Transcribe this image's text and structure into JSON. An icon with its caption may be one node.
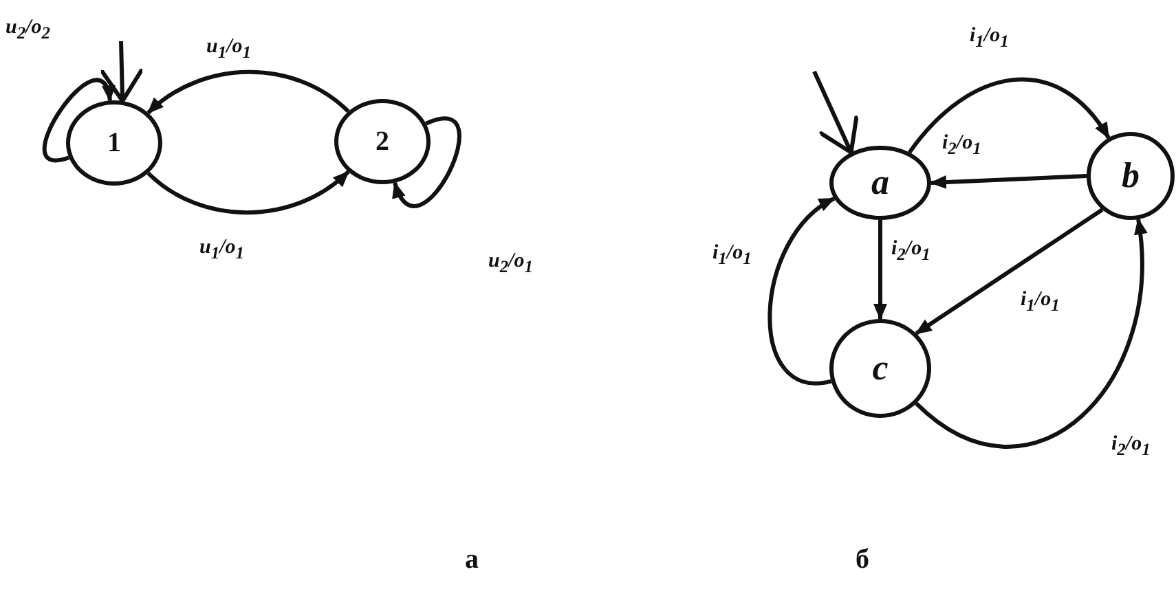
{
  "diagram": {
    "nodes": [
      {
        "text": [
          "1"
        ]
      },
      {
        "text": [
          "2"
        ]
      },
      {
        "text": [
          "a"
        ]
      },
      {
        "text": [
          "b"
        ]
      },
      {
        "text": [
          "c"
        ]
      }
    ],
    "edges": [
      {
        "from": null,
        "to": 0,
        "arrow": "to"
      },
      {
        "from": 0,
        "to": 0,
        "arrow": "to",
        "label": "u$_{2}$/o$_{2}$"
      },
      {
        "from": 1,
        "to": 0,
        "arrow": "to",
        "label": "u$_{1}$/o$_{1}$"
      },
      {
        "from": 0,
        "to": 1,
        "arrow": "to",
        "label": "u$_{1}$/o$_{1}$"
      },
      {
        "from": 1,
        "to": 1,
        "arrow": "to",
        "label": "u$_{2}$/o$_{1}$"
      },
      {
        "from": null,
        "to": 2,
        "arrow": "to"
      },
      {
        "from": 2,
        "to": 3,
        "arrow": "to",
        "label": "i$_{1}$/o$_{1}$"
      },
      {
        "from": 3,
        "to": 2,
        "arrow": "to",
        "label": "i$_{2}$/o$_{1}$"
      },
      {
        "from": 2,
        "to": 4,
        "arrow": "to",
        "label": "i$_{2}$/o$_{1}$"
      },
      {
        "from": 3,
        "to": 4,
        "arrow": "to",
        "label": "i$_{1}$/o$_{1}$"
      },
      {
        "from": 4,
        "to": 2,
        "arrow": "to",
        "label": "i$_{1}$/o$_{1}$"
      },
      {
        "from": 4,
        "to": 3,
        "arrow": "to",
        "label": "i$_{2}$/o$_{1}$"
      }
    ],
    "labels": [
      "а",
      "б"
    ]
  }
}
